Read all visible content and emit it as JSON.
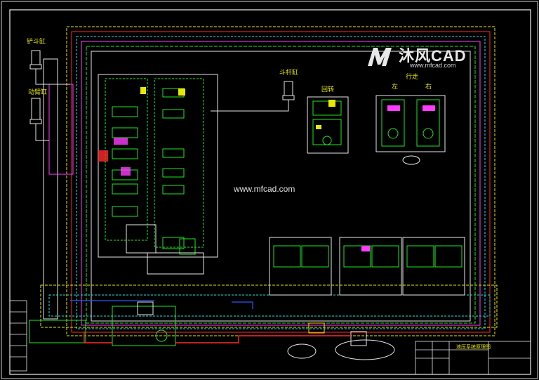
{
  "drawing": {
    "labels": {
      "bucket_cyl": "铲斗缸",
      "boom_cyl": "动臂缸",
      "arm_cyl": "斗杆缸",
      "swing": "回转",
      "travel": "行走",
      "left": "左",
      "right": "右"
    },
    "title_block": {
      "title": "液压系统原理图"
    }
  },
  "watermark": {
    "brand": "沐风CAD",
    "url_logo": "www.mfcad.com",
    "url_center": "www.mfcad.com"
  },
  "colors": {
    "background": "#000000",
    "frame": "#ffffff",
    "green": "#1ee81e",
    "yellow": "#e8e800",
    "red": "#ff2a2a",
    "blue": "#2a5aff",
    "cyan": "#22e0e0",
    "magenta": "#ff3cff",
    "white": "#e6e6e6"
  }
}
